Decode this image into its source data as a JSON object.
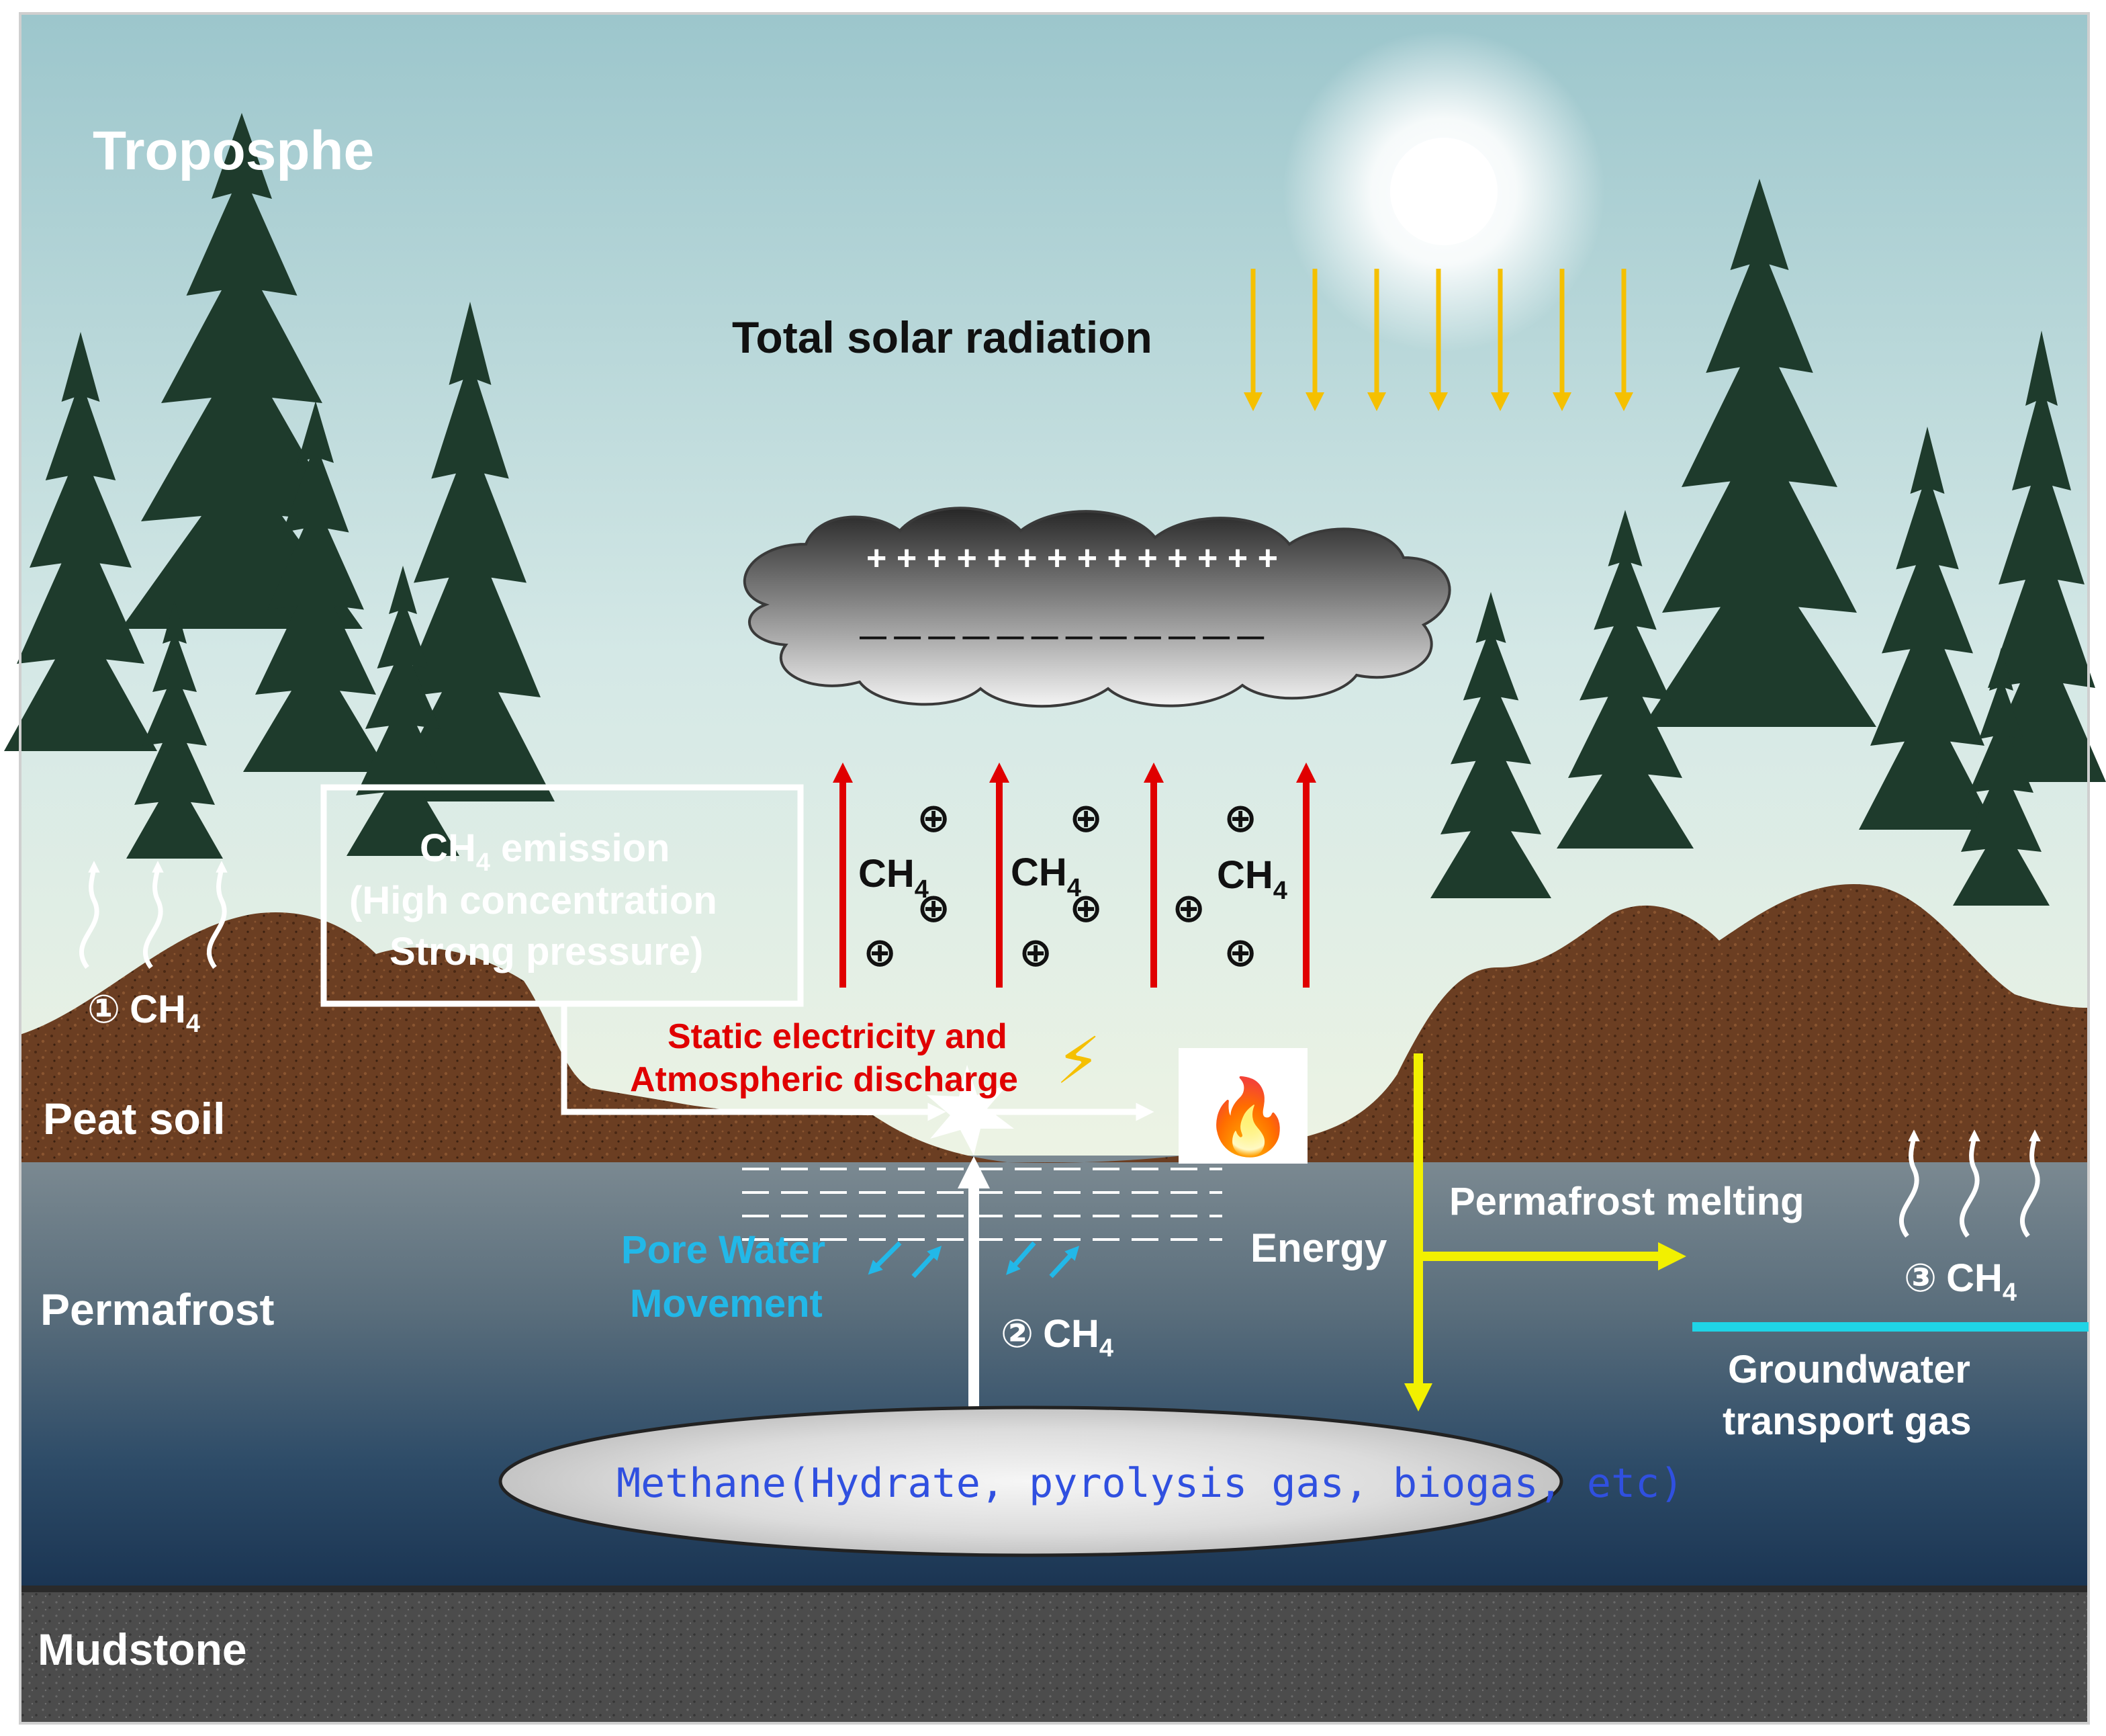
{
  "labels": {
    "troposphere": "Troposphe",
    "solar": "Total solar radiation",
    "peat": "Peat soil",
    "permafrost": "Permafrost",
    "mudstone": "Mudstone",
    "emission_l1": "CH",
    "emission_l1_sub": "4",
    "emission_l1_rest": " emission",
    "emission_l2": "(High concentration",
    "emission_l3": "Strong pressure)",
    "static_l1": "Static electricity and",
    "static_l2": "Atmospheric discharge",
    "pore_l1": "Pore Water",
    "pore_l2": "Movement",
    "energy": "Energy",
    "melting": "Permafrost melting",
    "groundwater_l1": "Groundwater",
    "groundwater_l2": "transport gas",
    "methane": "Methane(Hydrate, pyrolysis gas, biogas, etc)",
    "ch": "CH",
    "sub4": "4",
    "circ1": "①",
    "circ2": "②",
    "circ3": "③",
    "plus_circle": "⊕",
    "cloud_plus": "+ + + + + + + + + + + + + +",
    "cloud_minus": "— — — — — — — — — — — —",
    "flame": "🔥",
    "bolt": "⚡"
  },
  "colors": {
    "sky_top": "#b8d6d8",
    "sky_bottom": "#e6f0e2",
    "tree": "#1e3b2c",
    "peat": "#6b3e22",
    "permafrost": "#6e7f8c",
    "deep": "#1e3a5a",
    "mudstone": "#4a4a4a",
    "solar_arrow": "#f5c000",
    "static_arrow": "#e00000",
    "energy_arrow": "#f2f000",
    "pore_text": "#22b8e8",
    "groundwater_line": "#1fd4e6",
    "methane_text": "#3050e0",
    "static_text": "#e00000"
  }
}
